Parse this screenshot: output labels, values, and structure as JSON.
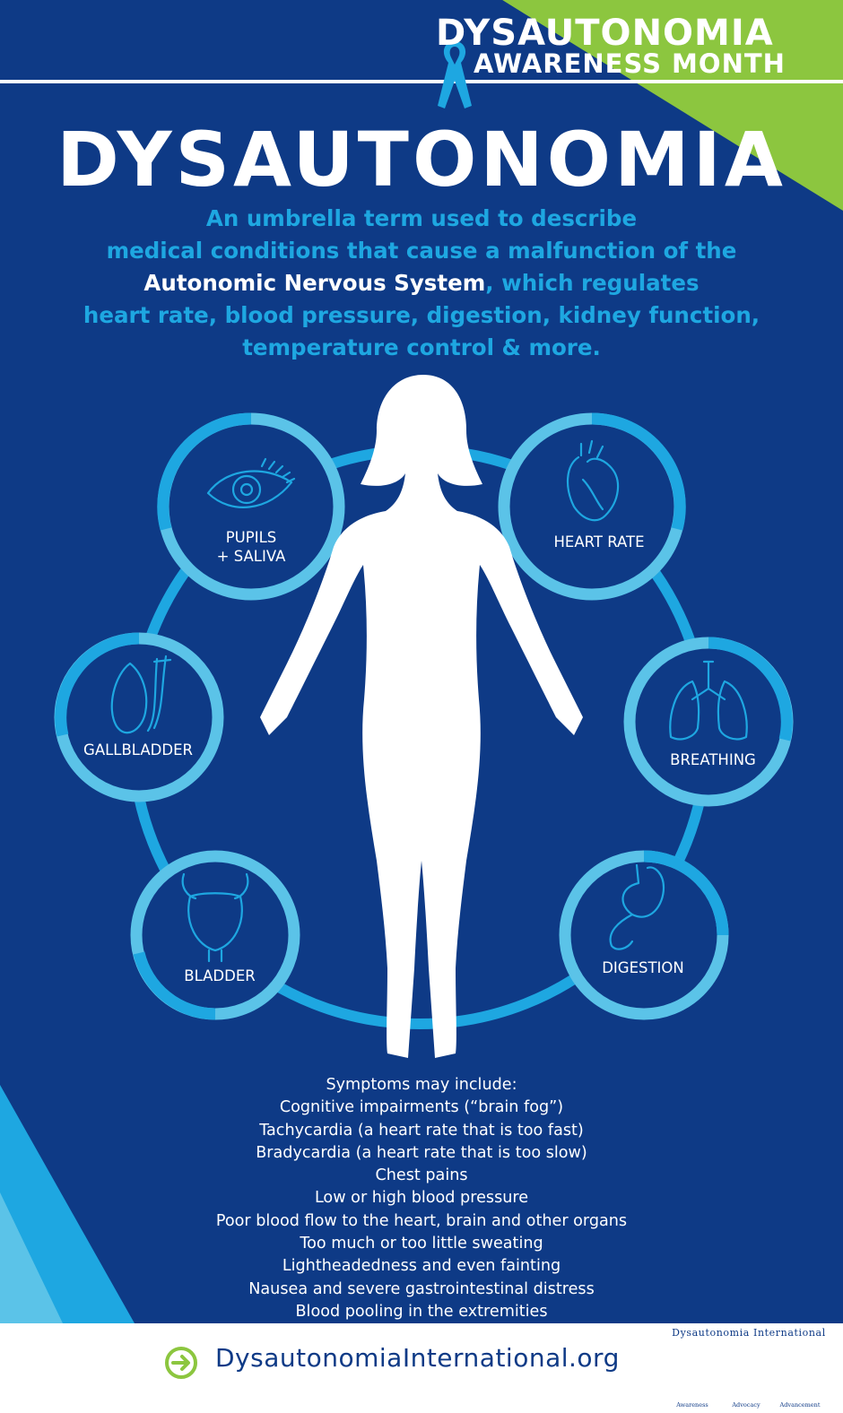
{
  "banner": {
    "line1": "DYSAUTONOMIA",
    "line2": "AWARENESS MONTH"
  },
  "title": "DYSAUTONOMIA",
  "intro": {
    "line1": "An umbrella term used to describe",
    "line2": "medical conditions that cause a malfunction of the",
    "highlight": "Autonomic Nervous System",
    "line3_rest": ", which regulates",
    "line4": "heart rate, blood pressure, digestion, kidney function,",
    "line5": "temperature control & more."
  },
  "organs": {
    "pupils": {
      "line1": "PUPILS",
      "line2": "+ SALIVA",
      "icon": "eye-icon"
    },
    "heart": {
      "label": "HEART RATE",
      "icon": "heart-icon"
    },
    "gallbladder": {
      "label": "GALLBLADDER",
      "icon": "gallbladder-icon"
    },
    "breathing": {
      "label": "BREATHING",
      "icon": "lungs-icon"
    },
    "bladder": {
      "label": "BLADDER",
      "icon": "bladder-icon"
    },
    "digestion": {
      "label": "DIGESTION",
      "icon": "stomach-icon"
    }
  },
  "symptoms": [
    "Symptoms may include:",
    "Cognitive impairments (“brain fog”)",
    "Tachycardia (a heart rate that is too fast)",
    "Bradycardia (a heart rate that is too slow)",
    "Chest pains",
    "Low or high blood pressure",
    "Poor blood flow to the heart, brain and other organs",
    "Too much or too little sweating",
    "Lightheadedness and even fainting",
    "Nausea and severe gastrointestinal distress",
    "Blood pooling in the extremities"
  ],
  "footer": {
    "url": "DysautonomiaInternational.org",
    "org": "Dysautonomia International",
    "tiles": [
      "Awareness",
      "Advocacy",
      "Advancement"
    ]
  },
  "colors": {
    "background": "#0e3a86",
    "accent_blue": "#1ea7e1",
    "light_blue": "#5bc3e8",
    "green": "#8cc63f",
    "white": "#ffffff"
  }
}
